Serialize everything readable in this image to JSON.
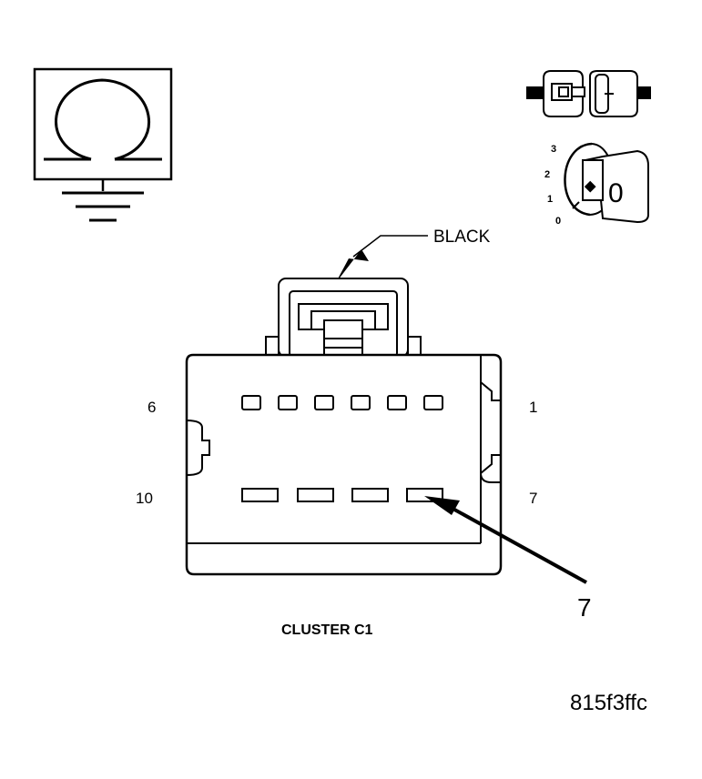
{
  "connector": {
    "color_label": "BLACK",
    "name": "CLUSTER C1",
    "top_row_left_pin": "6",
    "top_row_right_pin": "1",
    "bottom_row_left_pin": "10",
    "bottom_row_right_pin": "7",
    "callout_pin": "7"
  },
  "ignition_switch": {
    "positions": [
      "3",
      "2",
      "1",
      "0"
    ],
    "key_label": "0"
  },
  "meter_icon": "ohmmeter-ground-icon",
  "connector_icon": "disconnected-connector-icon",
  "figure_id": "815f3ffc"
}
